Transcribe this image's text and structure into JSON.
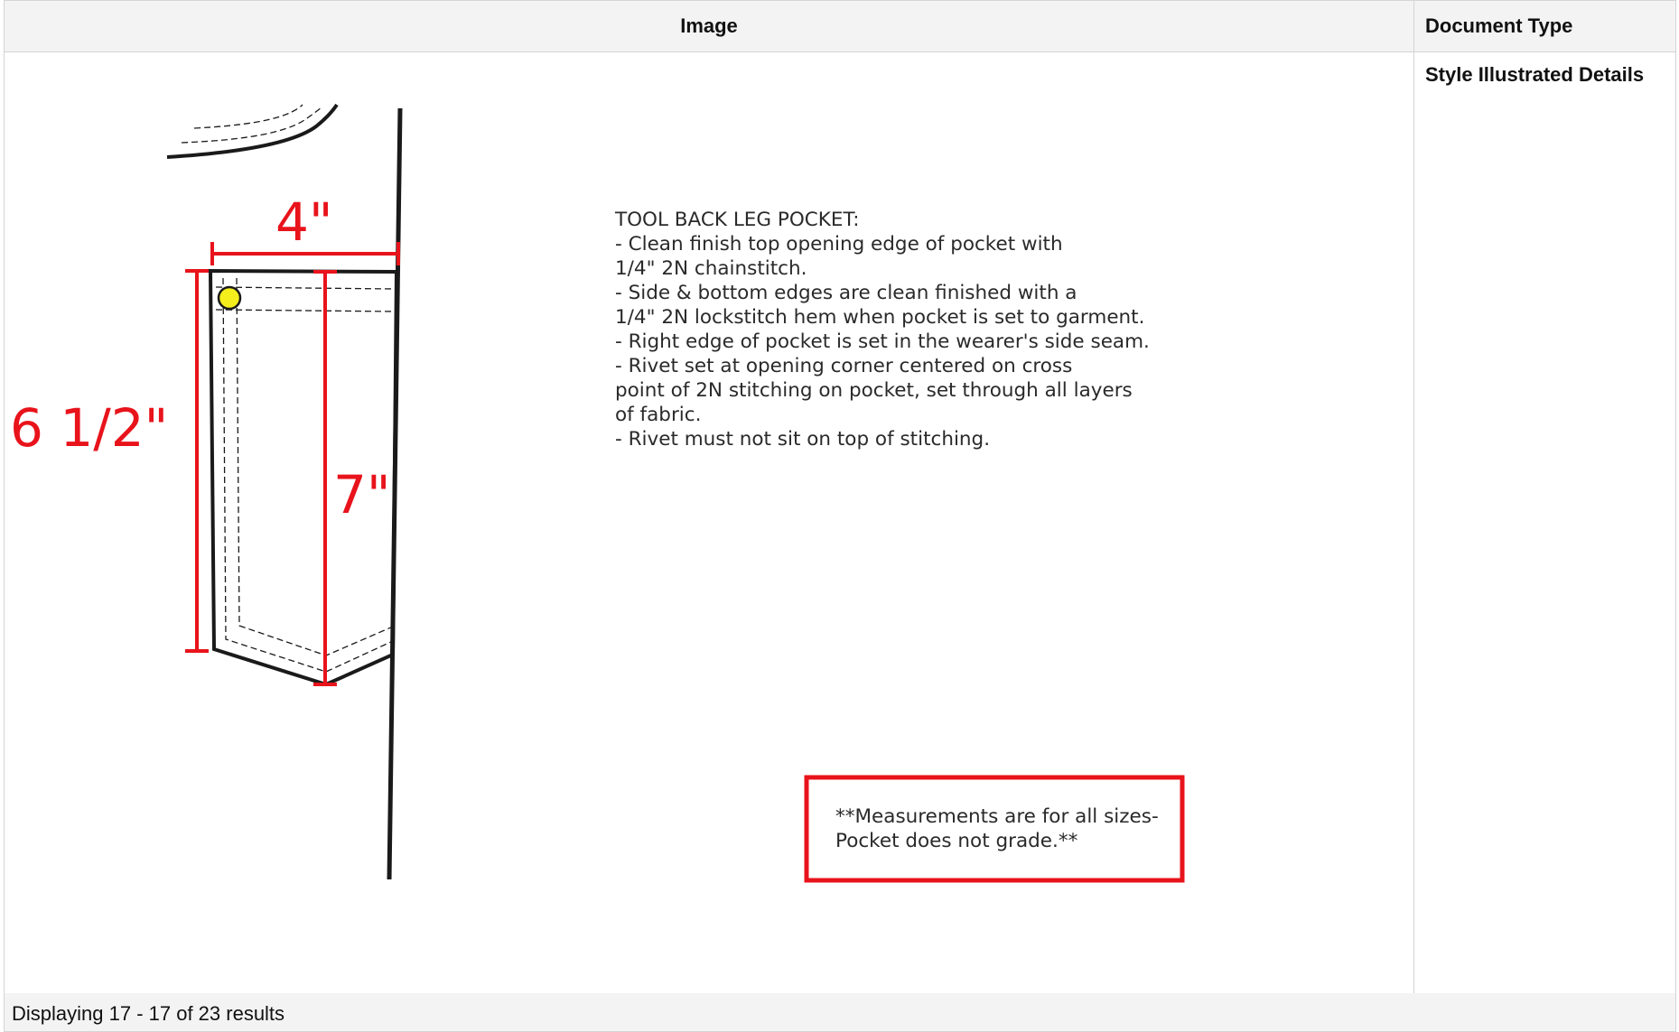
{
  "table": {
    "headers": {
      "image": "Image",
      "document_type": "Document Type"
    },
    "row": {
      "document_type": "Style Illustrated Details"
    }
  },
  "drawing": {
    "dimensions": {
      "width": "4\"",
      "height_left": "6 1/2\"",
      "height_right": "7\""
    },
    "spec_lines": [
      "TOOL BACK LEG POCKET:",
      "- Clean finish top opening edge of pocket with",
      "1/4\" 2N chainstitch.",
      "- Side & bottom edges are clean finished with a",
      "1/4\" 2N lockstitch hem when pocket is set to garment.",
      "- Right edge of pocket is set in the wearer's side seam.",
      "- Rivet set at opening corner centered on cross",
      "point of 2N stitching on pocket, set through all layers",
      "of fabric.",
      "- Rivet must not sit on top of stitching."
    ],
    "note_lines": [
      "**Measurements are for all sizes-",
      "Pocket does not grade.**"
    ],
    "colors": {
      "measure_red": "#e8131b",
      "rivet_yellow": "#f4ee1c",
      "outline": "#1a1a1a"
    }
  },
  "footer": {
    "status": "Displaying 17 - 17 of 23 results"
  }
}
